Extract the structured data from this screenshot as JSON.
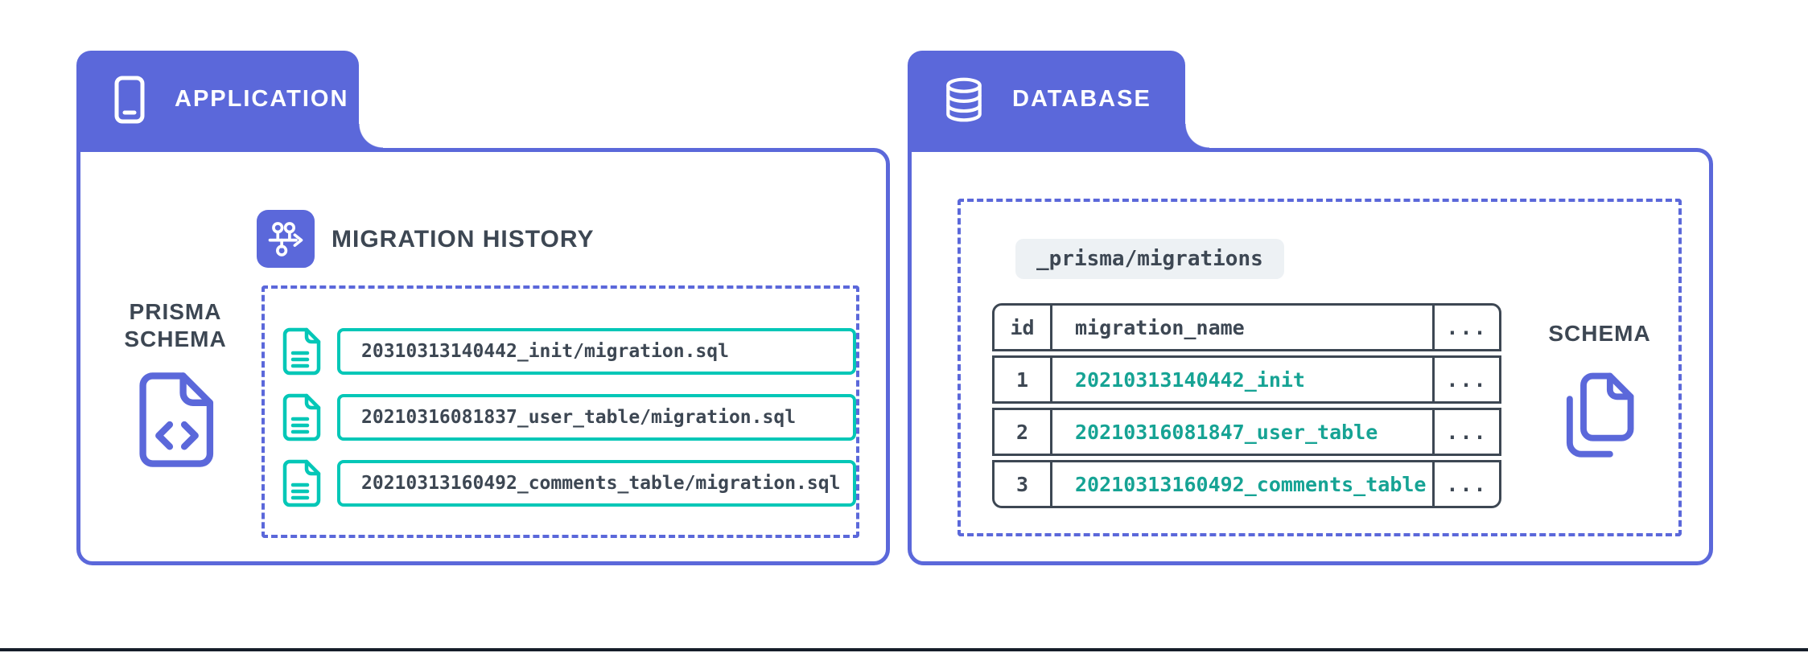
{
  "colors": {
    "indigo": "#5b68da",
    "teal_stroke": "#04c7b7",
    "teal_text": "#16a394",
    "slate_text": "#3d4753",
    "chip_bg": "#edf1f4",
    "bottom_rule": "#151d29"
  },
  "application": {
    "tab_label": "APPLICATION",
    "heading": "MIGRATION HISTORY",
    "side_label_line1": "PRISMA",
    "side_label_line2": "SCHEMA",
    "files": [
      {
        "name": "20310313140442_init/migration.sql"
      },
      {
        "name": "20210316081837_user_table/migration.sql"
      },
      {
        "name": "20210313160492_comments_table/migration.sql"
      }
    ]
  },
  "database": {
    "tab_label": "DATABASE",
    "folder_label": "_prisma/migrations",
    "side_label": "SCHEMA",
    "table": {
      "headers": [
        "id",
        "migration_name",
        "..."
      ],
      "rows": [
        {
          "id": "1",
          "migration_name": "20210313140442_init",
          "dots": "..."
        },
        {
          "id": "2",
          "migration_name": "20210316081847_user_table",
          "dots": "..."
        },
        {
          "id": "3",
          "migration_name": "20210313160492_comments_table",
          "dots": "..."
        }
      ]
    }
  },
  "icons": {
    "application_tab": "mobile-phone-icon",
    "database_tab": "database-cylinder-icon",
    "heading": "migration-history-git-icon",
    "prisma_schema": "code-file-icon",
    "migration_file": "document-lines-icon",
    "schema": "copy-files-icon"
  }
}
